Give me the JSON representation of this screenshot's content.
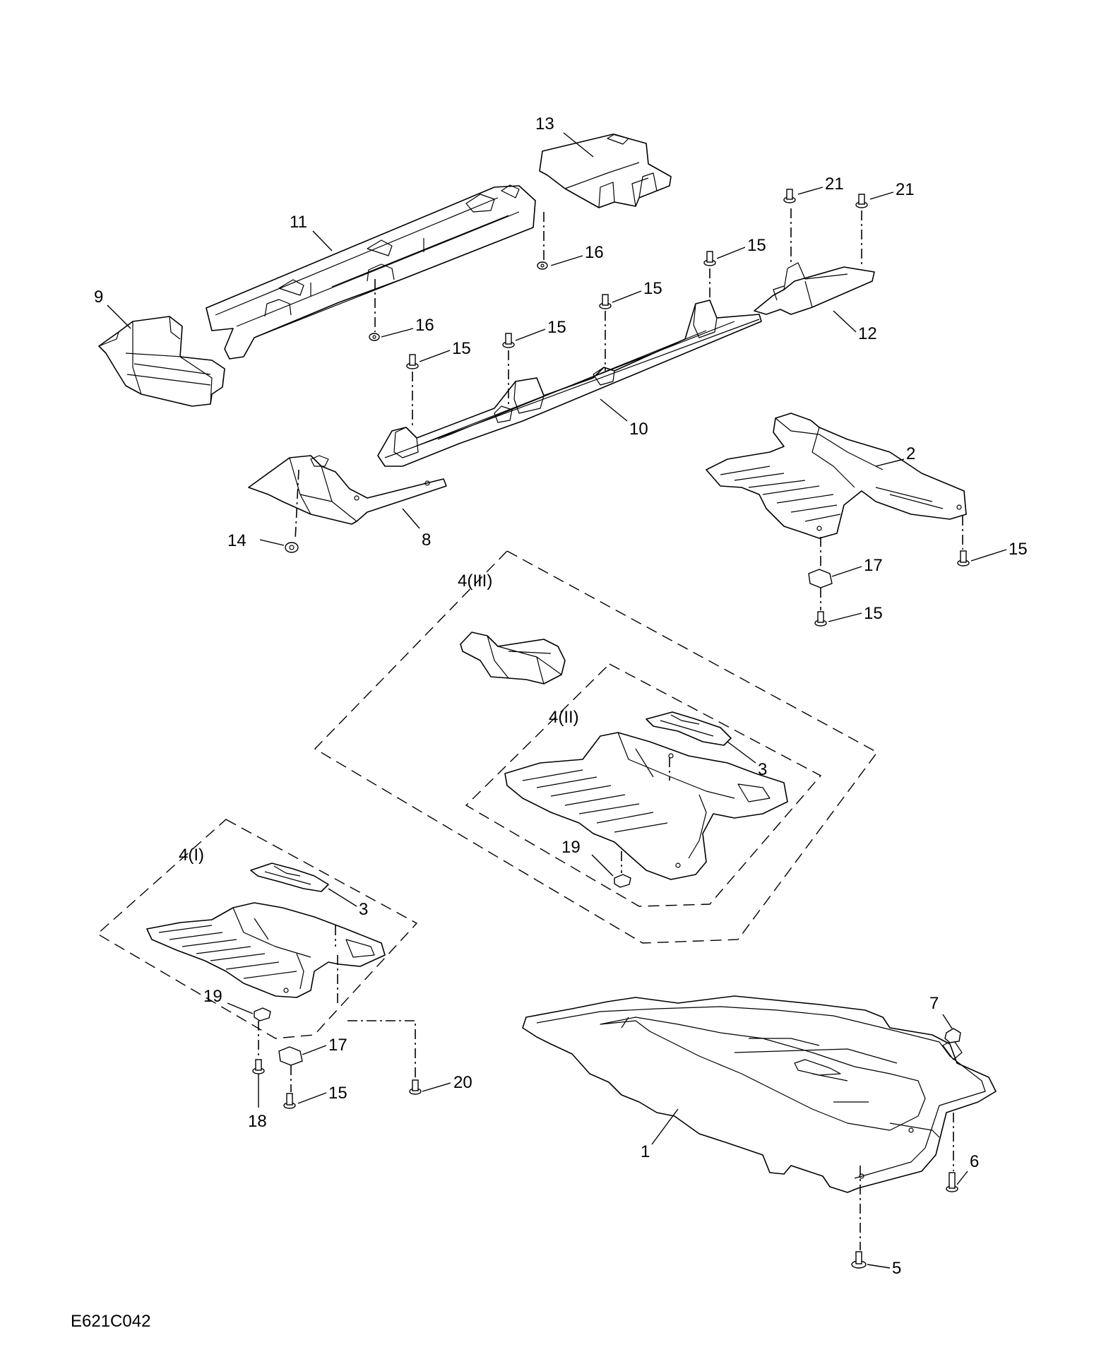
{
  "diagram_id": "E621C042",
  "callouts": {
    "c1": "1",
    "c2": "2",
    "c3a": "3",
    "c3b": "3",
    "c4_1": "4(I)",
    "c4_2": "4(II)",
    "c4_3": "4(III)",
    "c5": "5",
    "c6": "6",
    "c7": "7",
    "c8": "8",
    "c9": "9",
    "c10": "10",
    "c11": "11",
    "c12": "12",
    "c13": "13",
    "c14": "14",
    "c15a": "15",
    "c15b": "15",
    "c15c": "15",
    "c15d": "15",
    "c15e": "15",
    "c15f": "15",
    "c15g": "15",
    "c16a": "16",
    "c16b": "16",
    "c17a": "17",
    "c17b": "17",
    "c18": "18",
    "c19a": "19",
    "c19b": "19",
    "c20": "20",
    "c21a": "21",
    "c21b": "21"
  }
}
